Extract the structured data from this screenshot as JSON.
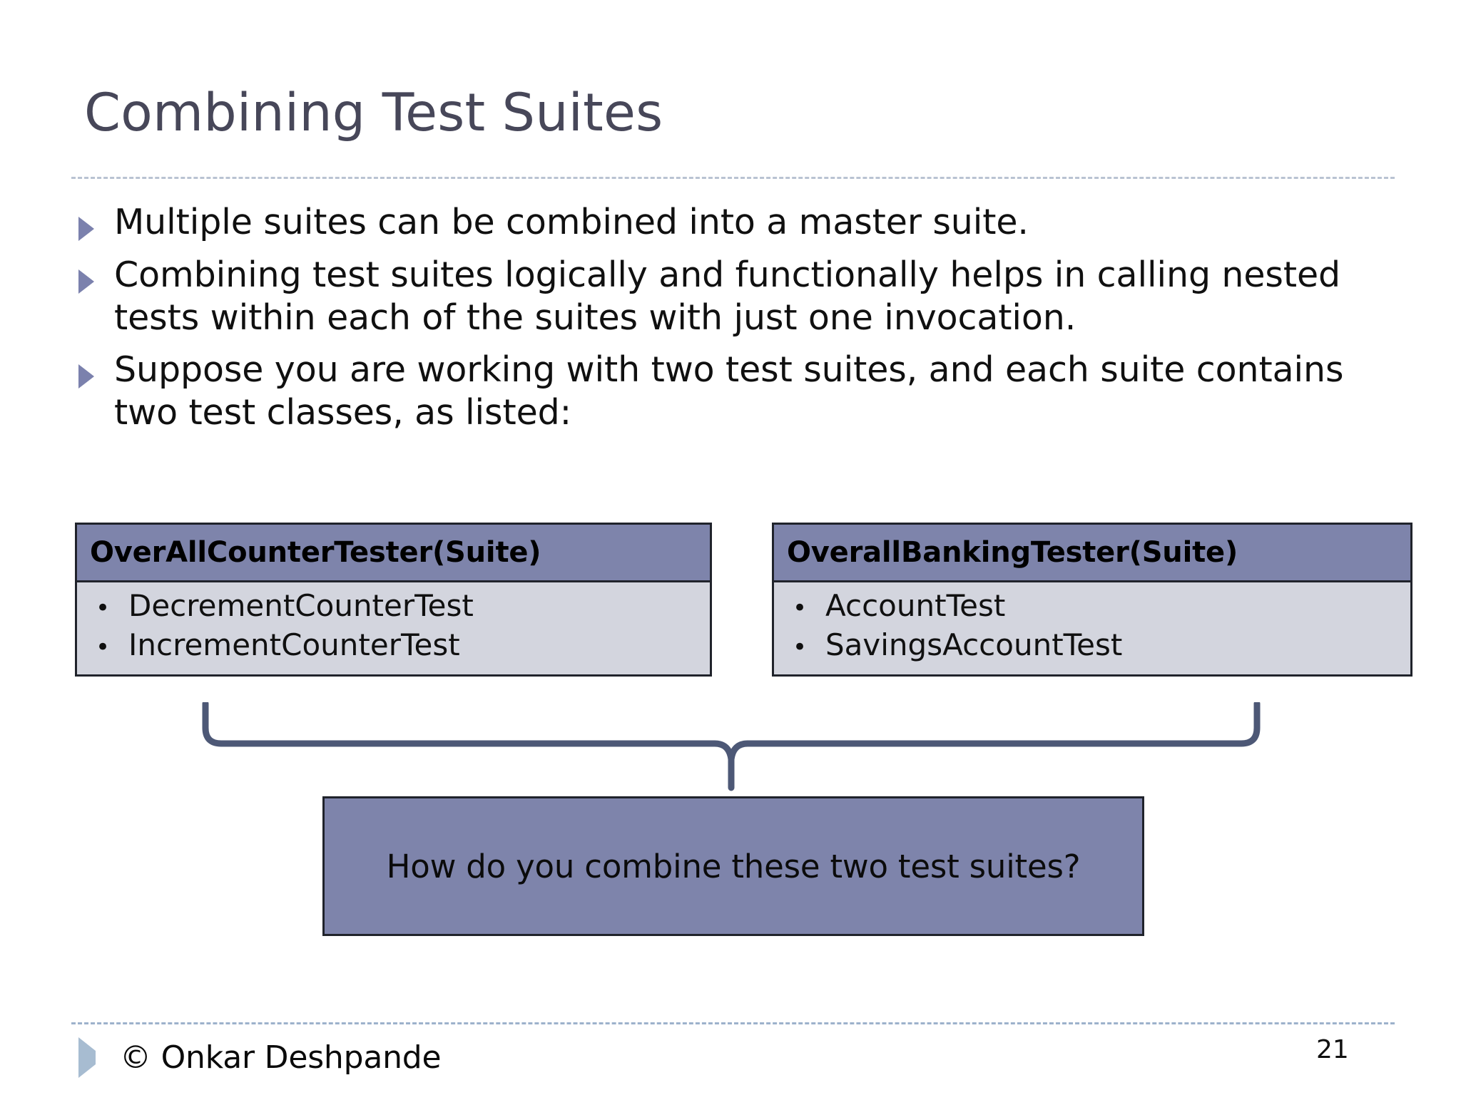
{
  "slide": {
    "title": "Combining Test Suites",
    "bullets": [
      "Multiple suites can be combined into a master suite.",
      "Combining test suites logically and functionally helps in calling nested tests within each of the suites with just one invocation.",
      "Suppose you are working with two test suites, and each suite contains two test classes, as listed:"
    ],
    "suites": [
      {
        "header": "OverAllCounterTester(Suite)",
        "items": [
          "DecrementCounterTest",
          "IncrementCounterTest"
        ],
        "bullet_glyph": "•"
      },
      {
        "header": "OverallBankingTester(Suite)",
        "items": [
          "AccountTest",
          "SavingsAccountTest"
        ],
        "bullet_glyph": "•"
      }
    ],
    "question_box": {
      "text": "How do you combine these two test suites?"
    },
    "footer": {
      "credit": "© Onkar Deshpande",
      "page_number": "21"
    },
    "colors": {
      "title_text": "#474759",
      "accent_purple": "#7e84ab",
      "suite_body": "#d3d5de",
      "box_border": "#20232b",
      "bullet_marker": "#7b81ad",
      "footer_marker": "#a7bcd1",
      "rule_dashed": "#b9c3d2",
      "bracket_line": "#4d5876"
    }
  }
}
